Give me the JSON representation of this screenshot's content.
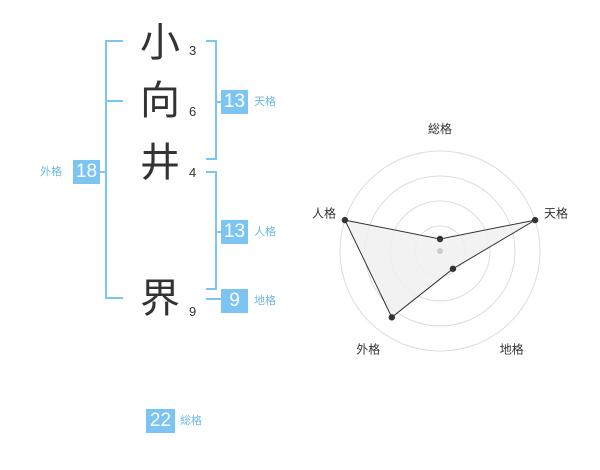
{
  "name": {
    "characters": [
      {
        "char": "小",
        "strokes": "3"
      },
      {
        "char": "向",
        "strokes": "6"
      },
      {
        "char": "井",
        "strokes": "4"
      },
      {
        "char": "界",
        "strokes": "9"
      }
    ]
  },
  "kaku": {
    "tenkaku": {
      "label": "天格",
      "value": "13"
    },
    "jinkaku": {
      "label": "人格",
      "value": "13"
    },
    "chikaku": {
      "label": "地格",
      "value": "9"
    },
    "gaikaku": {
      "label": "外格",
      "value": "18"
    },
    "soukaku": {
      "label": "総格",
      "value": "22"
    }
  },
  "colors": {
    "accent": "#7cc4f2",
    "text": "#333333",
    "radar_fill": "#f0f0f0",
    "radar_grid": "#dddddd"
  },
  "chart_data": {
    "type": "radar",
    "axes": [
      "総格",
      "天格",
      "地格",
      "外格",
      "人格"
    ],
    "values": [
      0.12,
      1.0,
      0.22,
      0.82,
      1.0
    ],
    "levels": 4,
    "range": [
      0,
      1
    ]
  }
}
